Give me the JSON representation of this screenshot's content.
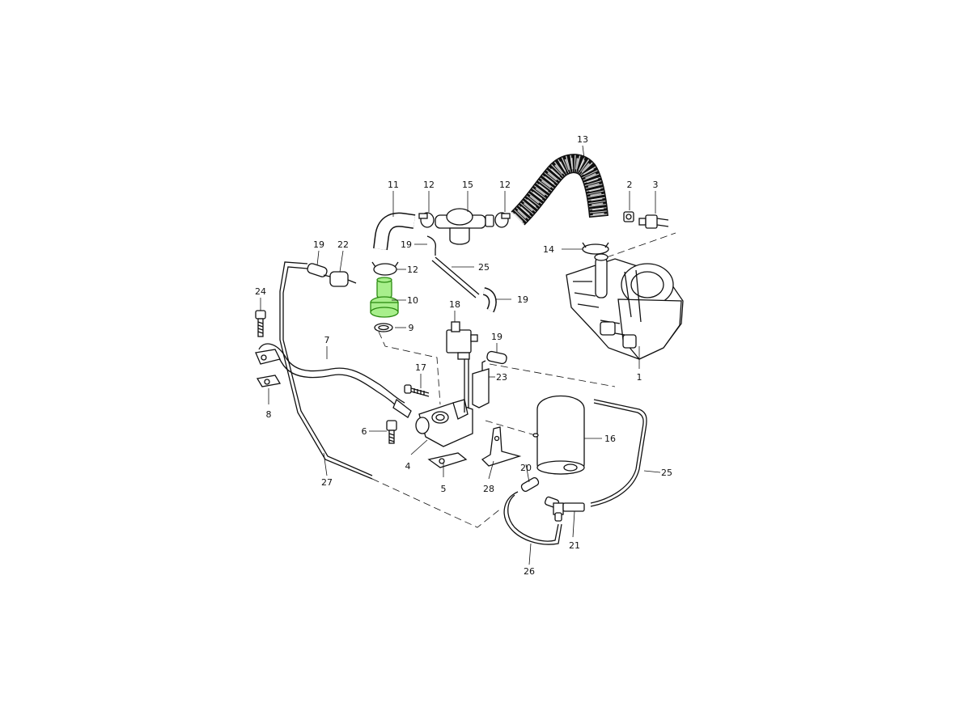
{
  "diagram": {
    "highlight_color": "#a8ef8c",
    "callouts": [
      {
        "id": "c1",
        "text": "1"
      },
      {
        "id": "c2",
        "text": "2"
      },
      {
        "id": "c3",
        "text": "3"
      },
      {
        "id": "c4",
        "text": "4"
      },
      {
        "id": "c5",
        "text": "5"
      },
      {
        "id": "c6",
        "text": "6"
      },
      {
        "id": "c7",
        "text": "7"
      },
      {
        "id": "c8",
        "text": "8"
      },
      {
        "id": "c9",
        "text": "9"
      },
      {
        "id": "c10",
        "text": "10"
      },
      {
        "id": "c11",
        "text": "11"
      },
      {
        "id": "c12a",
        "text": "12"
      },
      {
        "id": "c12b",
        "text": "12"
      },
      {
        "id": "c12c",
        "text": "12"
      },
      {
        "id": "c13",
        "text": "13"
      },
      {
        "id": "c14",
        "text": "14"
      },
      {
        "id": "c15",
        "text": "15"
      },
      {
        "id": "c16",
        "text": "16"
      },
      {
        "id": "c17",
        "text": "17"
      },
      {
        "id": "c18",
        "text": "18"
      },
      {
        "id": "c19a",
        "text": "19"
      },
      {
        "id": "c19b",
        "text": "19"
      },
      {
        "id": "c19c",
        "text": "19"
      },
      {
        "id": "c19d",
        "text": "19"
      },
      {
        "id": "c20",
        "text": "20"
      },
      {
        "id": "c21",
        "text": "21"
      },
      {
        "id": "c22",
        "text": "22"
      },
      {
        "id": "c23",
        "text": "23"
      },
      {
        "id": "c24",
        "text": "24"
      },
      {
        "id": "c25a",
        "text": "25"
      },
      {
        "id": "c25b",
        "text": "25"
      },
      {
        "id": "c26",
        "text": "26"
      },
      {
        "id": "c27",
        "text": "27"
      },
      {
        "id": "c28",
        "text": "28"
      }
    ]
  }
}
